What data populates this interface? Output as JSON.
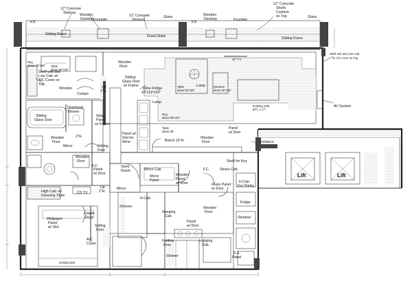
{
  "labels": {
    "concrete_shelves_left": "12\" Concrete\nShelves",
    "wooden_decking": "Wooden\nDecking",
    "fountain_left": "Fountain",
    "concrete_shelves_mid": "12\" Concrete\nShelves",
    "glass_top": "Glass",
    "wooden_decking_right": "Wooden\nDecking",
    "fountain_right": "Fountain",
    "concrete_shelves_right": "12\" Concrete\nShelfs\nCushion\non Top",
    "glass_right": "Glass",
    "sliding_doors_left": "Sliding Doors",
    "fixed_glass": "Fixed Glass",
    "sliding_doors_right": "Sliding Doors",
    "shelf_unit_right": "Shelf unit and Low Cab.\nw/ A/C cover on Top",
    "shelf_unit_left": "Shelf unit and\nLow Cab. w/\nA/C Cover on\nTop",
    "wooden_floor_top": "Wooden\nFloor",
    "dim_42": "42\" T.V.",
    "wooden_curtain": "Wooden\nCurtain",
    "up_2h_top": "Up\n2\"H.",
    "sliding_glass_door_frame": "Sliding\nGlass Door\nw/ Frame",
    "wine_fridge": "Wine Fridge\n33\"x19\"x19\"",
    "lamp_center": "Lamp",
    "lamp_left": "Lamp",
    "av_system": "AV System",
    "overhead_shower": "Overhead\nShower",
    "sliding_glass_door": "Sliding\nGlass Door",
    "glass_panel_frame": "Glass\nPanel\nw/ Frame",
    "panel_slot_wine": "Panel w/\nSlot for\nWine",
    "panel_w_door_right": "Panel\nw/ Door",
    "wooden_floor_right": "Wooden\nFloor",
    "entrance": "Entrance",
    "wooden_floor_bath": "Wooden\nFloor",
    "bench": "Bench 15\"H.",
    "up_2h_mid": "2\"H.",
    "mirror": "Mirror",
    "sliding_door_mid": "Sliding\nDoor",
    "wooden_floor_center": "Wooden\nFloor",
    "shelf_for_key": "Shelf for Key",
    "fc_left": "F.C.",
    "store_room": "Store\nRoom",
    "panel_w_door_mid": "Panel\nw/ Door",
    "mirror_cab": "Mirror Cab.",
    "fc_right": "F.C.",
    "shoes_cab": "Shoes Cab.",
    "mirror_panel": "Mirror\nPanel",
    "wooden_panel_door": "Wooden\nPanel\nw/ Door",
    "glass_panel_door": "Glass Panel\nw/ Door",
    "h_cab_drinks": "H.Cab.\nFor Drinks",
    "lift_left": "Lift",
    "lift_right": "Lift",
    "high_cab_dressing": "High Cab. w/\nDressing Table",
    "cd_tv": "CD TV",
    "up_2h_low": "Up\n2\"H.",
    "mirror_low": "Mirror",
    "h_cab_small": "H.Cab.",
    "fridge": "Fridge",
    "wallpaper_panel": "Wallpaper\nPanel\nw/ Slot",
    "carpet_floor": "Carpet\nFloor",
    "shelves": "Shelves",
    "hanging_cab_left": "Hanging\nCab.",
    "panel_w_door_low": "Panel\nw/ Door",
    "wooden_floor_low": "Wooden\nFloor",
    "steamer": "Steamer",
    "sliding_door_low": "Sliding\nDoor",
    "ac_cover": "A/C\nCover",
    "folding_door": "Folding\nDoor",
    "hanging_cab_right": "Hanging\nCab.",
    "shower": "Shower",
    "ss_panel": "S.S.\nPanel",
    "existing_bed": "Existing Bed",
    "existing_sofa": "Existing Sofa\n60\"L x 17\"",
    "table_left": "Table\nabout 60\"x30\"",
    "rug_left": "Rug\nabout 48\"x28\"",
    "table_center": "Table\nabout 60\"x30\"",
    "ottoman": "Ottoman\nabout 30\"x18\"",
    "rug_center": "Rug\nabout 60\"x40\"",
    "table_small": "Table\nabout 36\"",
    "chinese_top_left": "水池",
    "chinese_top_mid": "水池"
  },
  "colors": {
    "ink": "#222222",
    "paper": "#ffffff",
    "stipple": "#999999"
  }
}
